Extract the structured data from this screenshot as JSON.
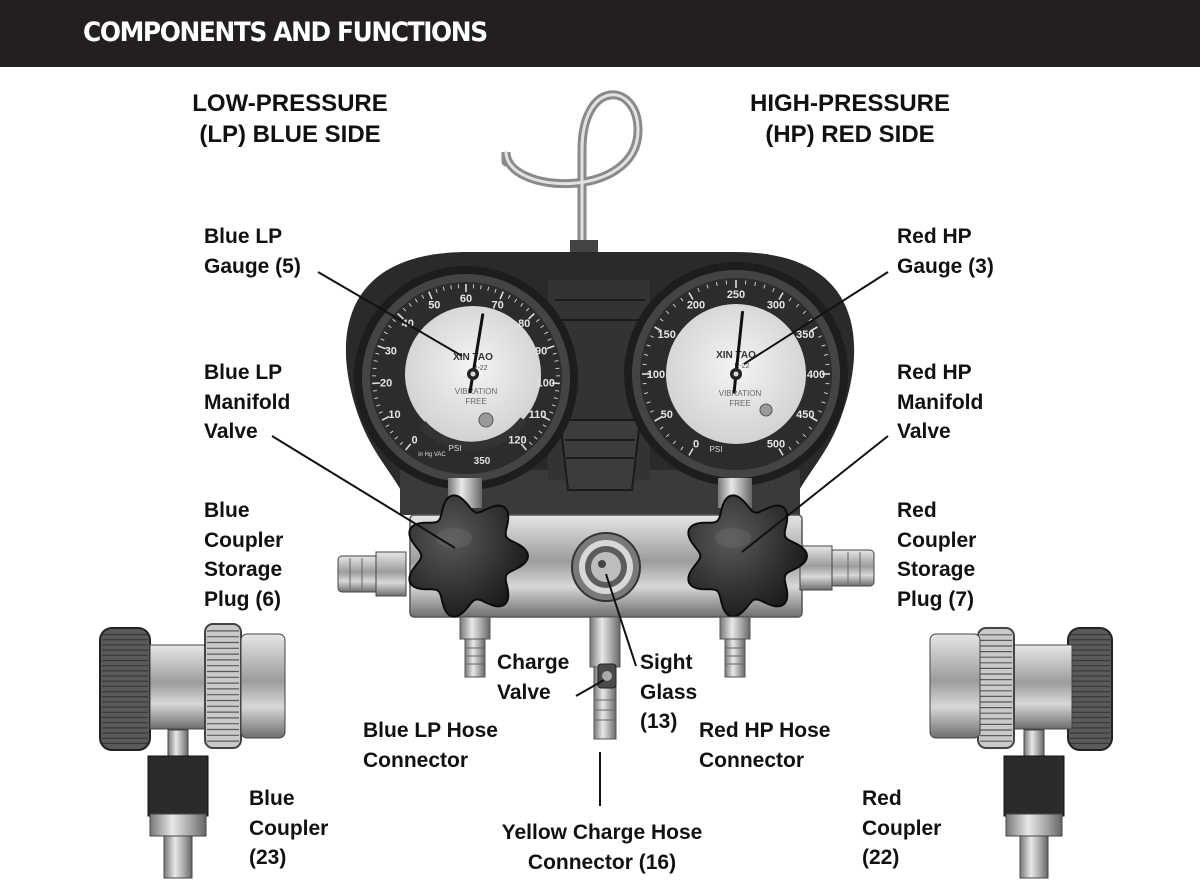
{
  "header": {
    "title": "COMPONENTS AND FUNCTIONS"
  },
  "sections": {
    "low": [
      "LOW-PRESSURE",
      "(LP) BLUE SIDE"
    ],
    "high": [
      "HIGH-PRESSURE",
      "(HP) RED SIDE"
    ]
  },
  "labels": {
    "blue_lp_gauge": [
      "Blue LP",
      "Gauge (5)"
    ],
    "red_hp_gauge": [
      "Red HP",
      "Gauge (3)"
    ],
    "blue_lp_valve": [
      "Blue LP",
      "Manifold",
      "Valve"
    ],
    "red_hp_valve": [
      "Red HP",
      "Manifold",
      "Valve"
    ],
    "blue_storage_plug": [
      "Blue",
      "Coupler",
      "Storage",
      "Plug (6)"
    ],
    "red_storage_plug": [
      "Red",
      "Coupler",
      "Storage",
      "Plug (7)"
    ],
    "charge_valve": [
      "Charge",
      "Valve"
    ],
    "sight_glass": [
      "Sight",
      "Glass",
      "(13)"
    ],
    "blue_hose_connector": [
      "Blue LP Hose",
      "Connector"
    ],
    "red_hose_connector": [
      "Red HP Hose",
      "Connector"
    ],
    "blue_coupler": [
      "Blue",
      "Coupler",
      "(23)"
    ],
    "red_coupler": [
      "Red",
      "Coupler",
      "(22)"
    ],
    "yellow_connector": [
      "Yellow Charge Hose",
      "Connector (16)"
    ]
  },
  "gauges": {
    "low": {
      "brand": "XIN TAO",
      "model": "R-22",
      "face_text": [
        "VIBRATION",
        "FREE"
      ],
      "outer_ticks": [
        "0",
        "10",
        "20",
        "30",
        "40",
        "50",
        "60",
        "70",
        "80",
        "90",
        "100",
        "110",
        "120"
      ],
      "bottom_numbers": [
        "350"
      ],
      "unit": "PSI",
      "vac_text": "in Hg VAC",
      "needle_value": 64
    },
    "high": {
      "brand": "XIN TAO",
      "model": "R-22",
      "face_text": [
        "VIBRATION",
        "FREE"
      ],
      "outer_ticks": [
        "0",
        "50",
        "100",
        "150",
        "200",
        "250",
        "300",
        "350",
        "400",
        "450",
        "500"
      ],
      "unit": "PSI",
      "needle_value": 260
    }
  },
  "colors": {
    "header_bg": "#231f20",
    "body_dark": "#2b2b2b",
    "metal": "#b8b8b8"
  }
}
